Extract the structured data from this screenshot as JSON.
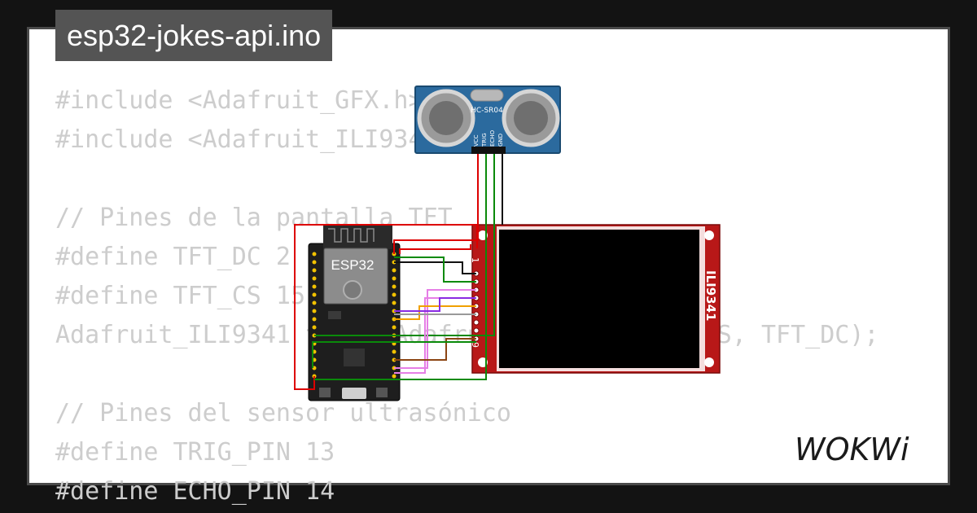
{
  "file_title": "esp32-jokes-api.ino",
  "code_lines": [
    "#include <Adafruit_GFX.h>",
    "#include <Adafruit_ILI9341.h>",
    "",
    "// Pines de la pantalla TFT",
    "#define TFT_DC 2",
    "#define TFT_CS 15",
    "Adafruit_ILI9341 tft = Adafruit_ILI9341(TFT_CS, TFT_DC);",
    "",
    "// Pines del sensor ultrasónico",
    "#define TRIG_PIN 13",
    "#define ECHO_PIN 14"
  ],
  "components": {
    "sensor": {
      "label": "HC-SR04",
      "pins": [
        "VCC",
        "TRIG",
        "ECHO",
        "GND"
      ]
    },
    "esp32": {
      "label": "ESP32"
    },
    "display": {
      "label": "ILI9341",
      "pin_first": "1",
      "pin_last": "9"
    }
  },
  "logo_text": "WOKWi",
  "colors": {
    "background": "#131313",
    "card": "#ffffff",
    "tab": "#545454",
    "code_text": "#cdcdcd",
    "sensor_board": "#2b6a9e",
    "esp32_board": "#1e1e1e",
    "display_pcb": "#b81818",
    "wire_red": "#dd0000",
    "wire_green": "#0a8a0a",
    "wire_black": "#111111",
    "wire_violet": "#e67ee6",
    "wire_orange": "#f0a000",
    "wire_brown": "#8b4513",
    "wire_purple": "#8a2be2"
  }
}
